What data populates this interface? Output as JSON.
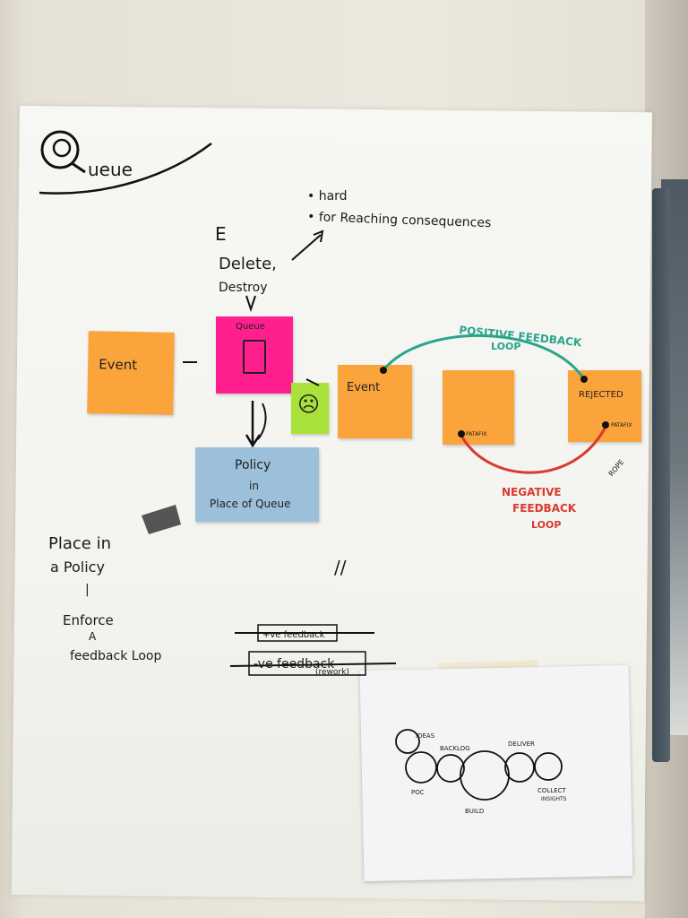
{
  "title": {
    "q_letter": "Q",
    "rest": "ueue"
  },
  "notes_list": [
    "• hard",
    "• for Reaching consequences"
  ],
  "delete_block": {
    "scribble": "E",
    "line1": "Delete,",
    "line2": "Destroy"
  },
  "stickies": {
    "event_left": "Event",
    "queue": "Queue",
    "event_right": "Event",
    "rejected": "REJECTED",
    "policy_line1": "Policy",
    "policy_line2": "in",
    "policy_line3": "Place of Queue"
  },
  "frowny": "☹",
  "loops": {
    "positive_line1": "POSITIVE FEEDBACK",
    "positive_line2": "LOOP",
    "negative_line1": "NEGATIVE",
    "negative_line2": "FEEDBACK",
    "negative_line3": "LOOP",
    "patafix_left": "PATAFIX",
    "patafix_right": "PATAFIX",
    "rope": "ROPE"
  },
  "left_notes": [
    "Place in",
    "a Policy",
    "|",
    "Enforce",
    "A",
    "feedback Loop"
  ],
  "equals_mark": "//",
  "feedback_boxes": {
    "positive": "+ve feedback",
    "negative": "-ve feedback",
    "negative_sub": "(rework)"
  },
  "cycle_labels": {
    "ideas": "IDEAS",
    "backlog": "BACKLOG",
    "deliver": "DELIVER",
    "poc": "POC",
    "build": "BUILD",
    "collect1": "COLLECT",
    "collect2": "INSIGHTS"
  },
  "colors": {
    "orange_note": "#fca43c",
    "pink_note": "#ff1f8e",
    "green_note": "#a9e23a",
    "blue_note": "#9cc0d9",
    "positive_loop": "#2aa58a",
    "negative_loop": "#d93a2f"
  }
}
